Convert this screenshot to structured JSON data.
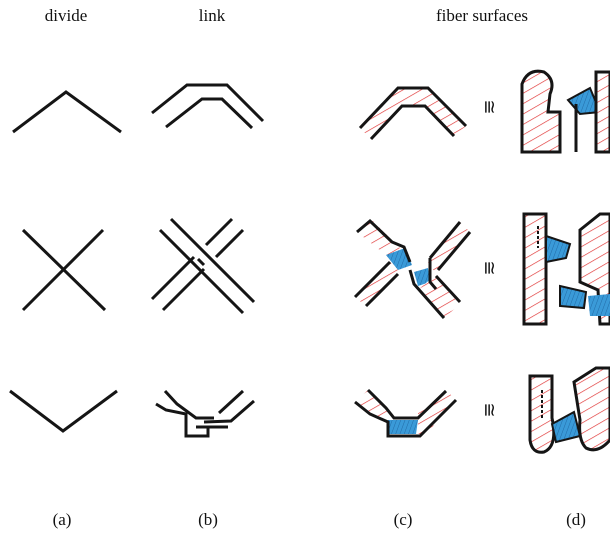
{
  "headers": {
    "divide": "divide",
    "link": "link",
    "fiber": "fiber surfaces"
  },
  "captions": [
    "(a)",
    "(b)",
    "(c)",
    "(d)"
  ],
  "iso_symbol": "≅",
  "colors": {
    "stroke": "#151515",
    "hatch": "#e03030",
    "blue": "#3a9ad8",
    "blue_hatch": "#1a5f9a"
  }
}
